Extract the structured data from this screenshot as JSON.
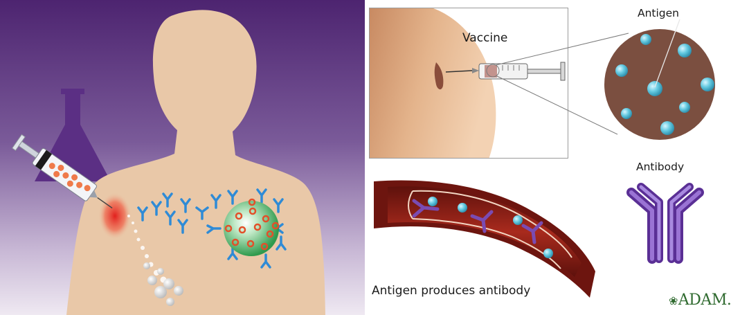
{
  "labels": {
    "vaccine": "Vaccine",
    "antigen": "Antigen",
    "antibody": "Antibody",
    "caption": "Antigen produces antibody"
  },
  "logo": {
    "text": "ADAM."
  },
  "colors": {
    "background_purple": "#5a2f7e",
    "skin": "#e9c8a8",
    "flask": "#5b2f84",
    "antigen_blue": "#49b9d2",
    "antibody_purple": "#7a4bb2",
    "antibody_blue": "#2f8bd6",
    "virus_green": "#3aa35a",
    "vessel_red": "#8a1c14",
    "circle_brown": "#7b4f40"
  },
  "icons": [
    "syringe-icon",
    "flask-icon",
    "virus-icon",
    "antibody-icon",
    "blood-vessel-icon"
  ]
}
